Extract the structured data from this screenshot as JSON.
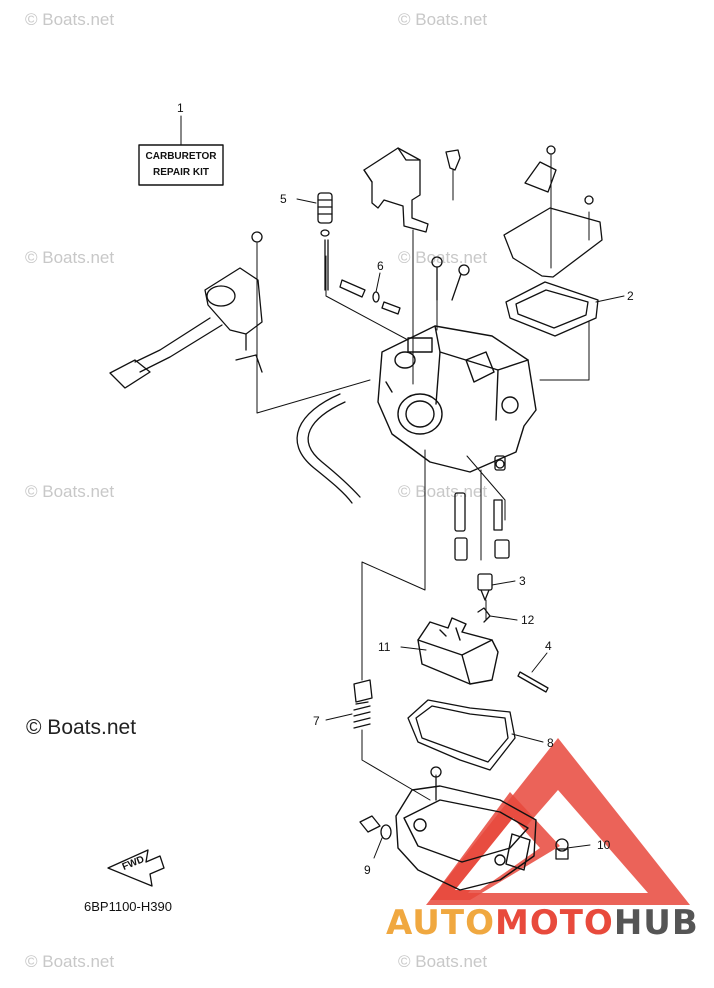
{
  "watermark": {
    "text": "© Boats.net",
    "big_text": "© Boats.net"
  },
  "diagram_code": "6BP1100-H390",
  "kit_label": {
    "line1": "CARBURETOR",
    "line2": "REPAIR KIT"
  },
  "fwd_label": "FWD",
  "callouts": [
    "1",
    "2",
    "3",
    "4",
    "5",
    "6",
    "7",
    "8",
    "9",
    "10",
    "11",
    "12"
  ],
  "brand": {
    "part1": "AUTO",
    "part2": "MOTO",
    "part3": "HUB",
    "color1": "#f0a840",
    "color2": "#e84a3c",
    "color3": "#555555"
  },
  "colors": {
    "line": "#111111",
    "watermark": "#c8c8c8",
    "logo": "#e8483c"
  }
}
